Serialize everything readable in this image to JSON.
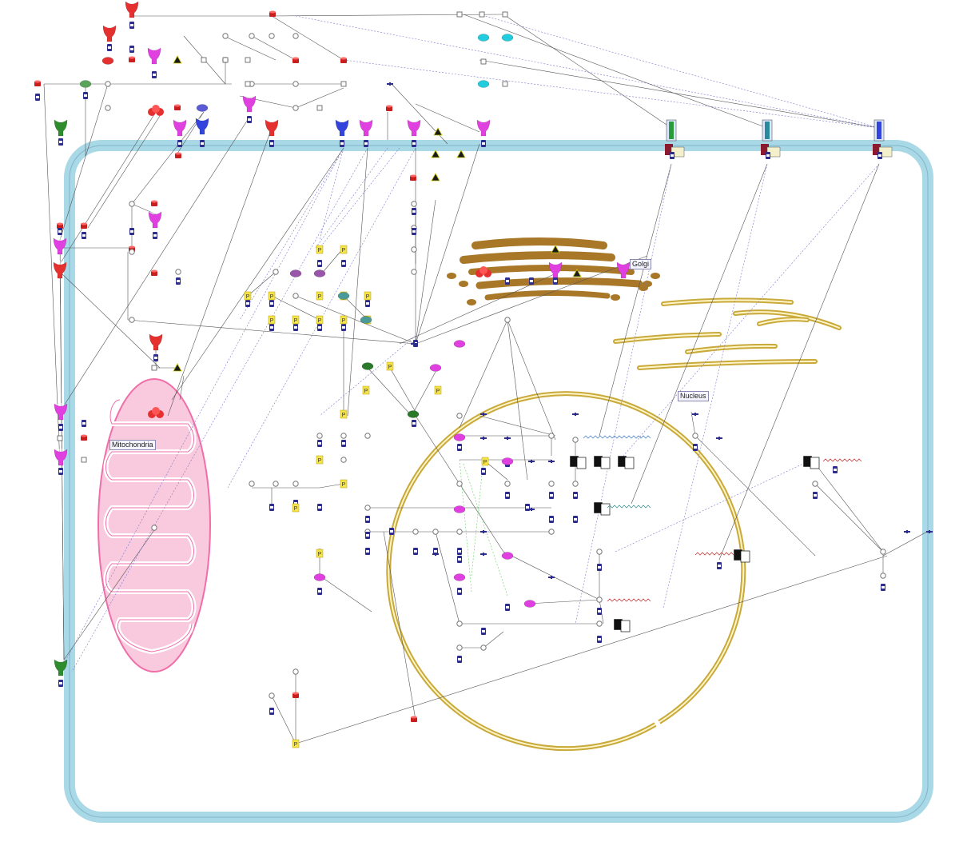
{
  "diagram": {
    "compartments": {
      "mitochondria": "Mitochondria",
      "nucleus": "Nucleus",
      "golgi": "Golgi"
    },
    "colors": {
      "membrane": "#a9d8e6",
      "membrane_edge": "#7fb6c8",
      "mitochondria": "#f06ea9",
      "mitochondria_fill": "#f9c9dd",
      "nucleus": "#c8a93a",
      "golgi": "#a87728",
      "edge": "#555555",
      "edge_dotted": "#7777cc",
      "receptor_red": "#e53030",
      "receptor_magenta": "#e040e0",
      "receptor_blue": "#3344dd",
      "receptor_green": "#2e8b2e",
      "gene_blue": "#2d2d8f",
      "phospho": "#f5e44a"
    }
  }
}
